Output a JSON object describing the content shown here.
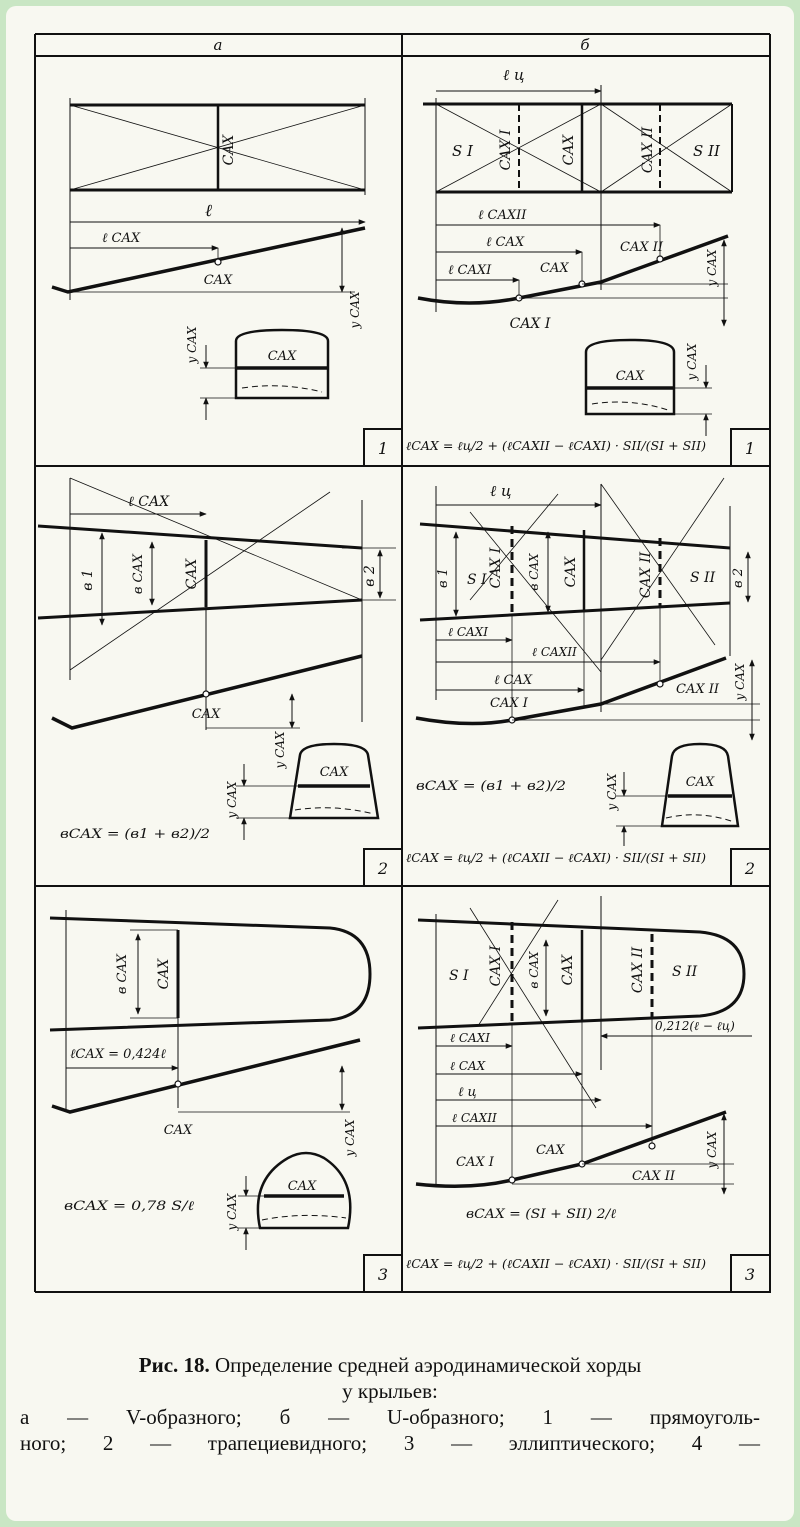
{
  "columns": {
    "a": "а",
    "b": "б"
  },
  "rows": [
    {
      "number": "1",
      "a": {
        "cax": "CAX",
        "l": "ℓ",
        "l_cax": "ℓ CAX",
        "y_cax": "y CAX"
      },
      "b": {
        "s1": "S I",
        "s2": "S II",
        "cax1": "CAX I",
        "cax": "CAX",
        "cax2": "CAX II",
        "l_c": "ℓ ц",
        "l_cax2": "ℓ CAXII",
        "l_cax": "ℓ CAX",
        "l_cax1": "ℓ CAXI",
        "y_cax": "y CAX",
        "formula": "ℓCAX = ℓц/2 + (ℓCAXII − ℓCAXI) · SII/(SI + SII)"
      }
    },
    {
      "number": "2",
      "a": {
        "l_cax": "ℓ CAX",
        "b1": "в 1",
        "b2": "в 2",
        "b_cax": "в CAX",
        "cax": "CAX",
        "y_cax": "y CAX",
        "formula": "вCAX = (в1 + в2)/2"
      },
      "b": {
        "l_c": "ℓ ц",
        "s1": "S I",
        "s2": "S II",
        "cax1": "CAX I",
        "cax2": "CAX II",
        "cax": "CAX",
        "b1": "в 1",
        "b2": "в 2",
        "b_cax": "в CAX",
        "l_cax1": "ℓ CAXI",
        "l_cax2": "ℓ CAXII",
        "l_cax": "ℓ CAX",
        "y_cax": "y CAX",
        "formula_b": "вCAX = (в1 + в2)/2",
        "formula_l": "ℓCAX = ℓц/2 + (ℓCAXII − ℓCAXI) · SII/(SI + SII)"
      }
    },
    {
      "number": "3",
      "a": {
        "b_cax": "в CAX",
        "cax": "CAX",
        "l_eq": "ℓCAX = 0,424ℓ",
        "y_cax": "y CAX",
        "formula": "вCAX = 0,78 S/ℓ"
      },
      "b": {
        "s1": "S I",
        "s2": "S II",
        "cax1": "CAX I",
        "cax2": "CAX II",
        "cax": "CAX",
        "b_cax": "в CAX",
        "dim": "0,212(ℓ − ℓц)",
        "l_cax1": "ℓ CAXI",
        "l_cax": "ℓ CAX",
        "l_c": "ℓ ц",
        "l_cax2": "ℓ CAXII",
        "y_cax": "y CAX",
        "formula_b": "вCAX = (SI + SII) 2/ℓ",
        "formula_l": "ℓCAX = ℓц/2 + (ℓCAXII − ℓCAXI) · SII/(SI + SII)"
      }
    }
  ],
  "caption": {
    "fig": "Рис. 18.",
    "title": "Определение средней аэродинамической хорды",
    "title2": "у крыльев:",
    "line3": "а — V-образного; б — U-образного; 1 — прямоуголь-",
    "line4": "ного; 2 — трапециевидного; 3 — эллиптического; 4 —"
  }
}
